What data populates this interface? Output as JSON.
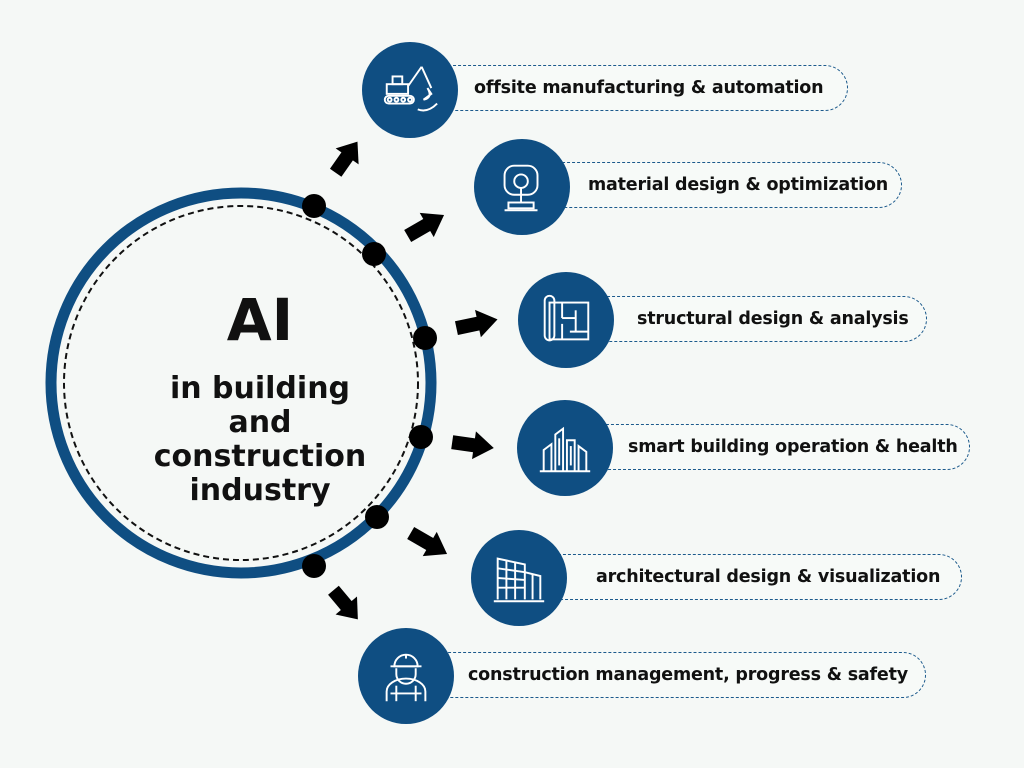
{
  "center": {
    "title": "AI",
    "line1": "in building",
    "line2": "and",
    "line3": "construction",
    "line4": "industry"
  },
  "colors": {
    "ring": "#0f4e82",
    "badge": "#0f4e82",
    "dashed": "#1c5a8c",
    "arrow": "#000000",
    "background": "#f5f8f6"
  },
  "branches": [
    {
      "label": "offsite manufacturing & automation",
      "icon": "excavator-icon"
    },
    {
      "label": "material design & optimization",
      "icon": "robot-arm-icon"
    },
    {
      "label": "structural design & analysis",
      "icon": "blueprint-icon"
    },
    {
      "label": "smart building operation & health",
      "icon": "skyscrapers-icon"
    },
    {
      "label": "architectural design & visualization",
      "icon": "office-building-icon"
    },
    {
      "label": "construction management, progress & safety",
      "icon": "worker-helmet-icon"
    }
  ]
}
